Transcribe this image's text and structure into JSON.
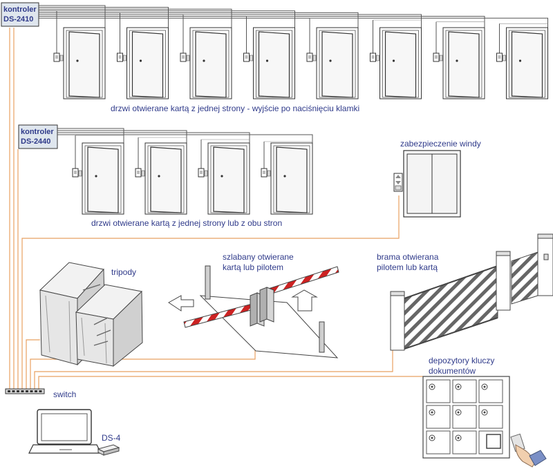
{
  "controllers": [
    {
      "line1": "kontroler",
      "line2": "DS-2410"
    },
    {
      "line1": "kontroler",
      "line2": "DS-2440"
    }
  ],
  "labels": {
    "doors_row1": "drzwi otwierane kartą z jednej strony - wyjście po naciśnięciu klamki",
    "doors_row2": "drzwi otwierane kartą z jednej strony lub z obu stron",
    "elevator": "zabezpieczenie windy",
    "tripods": "tripody",
    "barriers_line1": "szlabany otwierane",
    "barriers_line2": "kartą lub pilotem",
    "gate_line1": "brama otwierana",
    "gate_line2": "pilotem lub kartą",
    "key_cabinet_line1": "depozytory kluczy",
    "key_cabinet_line2": "dokumentów",
    "switch": "switch",
    "computer": "DS-4"
  },
  "colors": {
    "wire_gray": "#555555",
    "wire_orange": "#e8a060",
    "label_blue": "#2f3a8a",
    "controller_fill": "#dfe6ee",
    "barrier_red": "#cc2222"
  },
  "counts": {
    "doors_row1": 8,
    "doors_row2": 4,
    "key_slots": 9
  }
}
